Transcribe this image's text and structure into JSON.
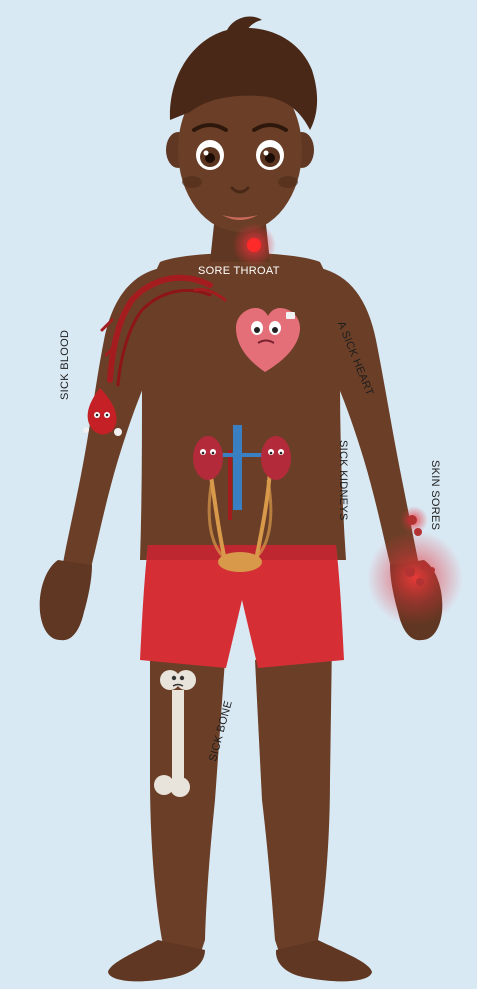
{
  "labels": {
    "sore_throat": "SORE THROAT",
    "sick_heart": "A SICK HEART",
    "sick_blood": "SICK BLOOD",
    "sick_kidneys": "SICK KIDNEYS",
    "skin_sores": "SKIN SORES",
    "sick_bone": "SICK BONE"
  },
  "colors": {
    "background": "#d9e9f4",
    "skin": "#6b3f27",
    "skin_shadow": "#5a3320",
    "hair": "#4a2817",
    "shorts": "#d62e35",
    "heart": "#e46f78",
    "blood_vessel": "#a51c1f",
    "kidney": "#b32a3a",
    "vessel_blue": "#3a7fc2",
    "ureter": "#d89a4a",
    "bone": "#e8e4dc",
    "inflammation": "#e2323b"
  }
}
